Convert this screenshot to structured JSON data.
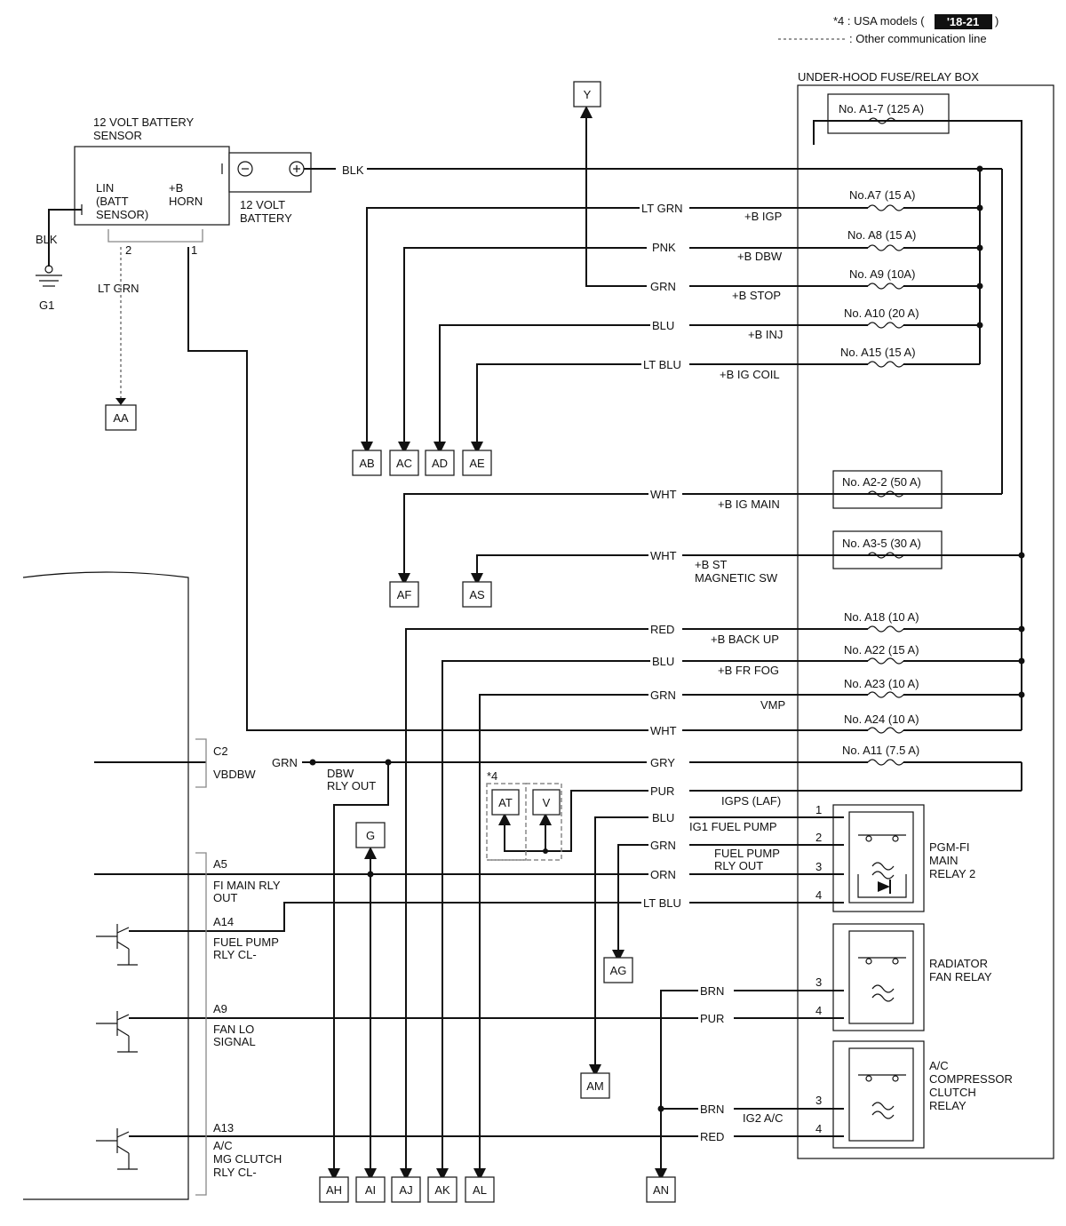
{
  "legend": {
    "note4_prefix": "*4 : USA models (",
    "note4_badge": "'18-21",
    "note4_suffix": ")",
    "dotted_label": ": Other communication line"
  },
  "fusebox": {
    "title": "UNDER-HOOD FUSE/RELAY BOX",
    "fuses": {
      "a17": "No. A1-7 (125 A)",
      "a7": "No.A7 (15 A)",
      "a8": "No. A8 (15 A)",
      "a9": "No. A9 (10A)",
      "a10": "No. A10 (20 A)",
      "a15": "No. A15 (15 A)",
      "a22_2": "No. A2-2 (50 A)",
      "a35": "No. A3-5 (30 A)",
      "a18": "No. A18 (10 A)",
      "a22": "No. A22 (15 A)",
      "a23": "No. A23 (10 A)",
      "a24": "No. A24 (10 A)",
      "a11": "No. A11 (7.5 A)"
    },
    "circuits": {
      "igp": "+B IGP",
      "dbw": "+B DBW",
      "stop": "+B STOP",
      "inj": "+B INJ",
      "igcoil": "+B IG COIL",
      "igmain": "+B IG MAIN",
      "st1": "+B ST",
      "st2": "MAGNETIC SW",
      "backup": "+B BACK UP",
      "frfog": "+B FR FOG",
      "vmp": "VMP",
      "igps": "IGPS (LAF)",
      "ig1fuel": "IG1 FUEL PUMP",
      "fuelout1": "FUEL PUMP",
      "fuelout2": "RLY OUT",
      "ig2ac": "IG2 A/C"
    }
  },
  "battery": {
    "sensor_l1": "12 VOLT BATTERY",
    "sensor_l2": "SENSOR",
    "lin1": "LIN",
    "lin2": "(BATT",
    "lin3": "SENSOR)",
    "horn1": "+B",
    "horn2": "HORN",
    "batt1": "12 VOLT",
    "batt2": "BATTERY",
    "pin2": "2",
    "pin1": "1",
    "ground": "G1"
  },
  "wires": {
    "blk_top": "BLK",
    "blk_gnd": "BLK",
    "ltgrn_sensor": "LT GRN",
    "ltgrn": "LT GRN",
    "pnk": "PNK",
    "grn1": "GRN",
    "blu1": "BLU",
    "ltblu1": "LT BLU",
    "wht1": "WHT",
    "wht2": "WHT",
    "red1": "RED",
    "blu2": "BLU",
    "grn2": "GRN",
    "wht3": "WHT",
    "grn_c2": "GRN",
    "gry": "GRY",
    "pur1": "PUR",
    "blu3": "BLU",
    "grn3": "GRN",
    "orn": "ORN",
    "ltblu2": "LT BLU",
    "brn1": "BRN",
    "pur2": "PUR",
    "brn2": "BRN",
    "red2": "RED"
  },
  "ecm": {
    "c2": "C2",
    "vbdbw": "VBDBW",
    "dbw1": "DBW",
    "dbw2": "RLY OUT",
    "a5": "A5",
    "a5_1": "FI MAIN RLY",
    "a5_2": "OUT",
    "a14": "A14",
    "a14_1": "FUEL PUMP",
    "a14_2": "RLY CL-",
    "a9": "A9",
    "a9_1": "FAN LO",
    "a9_2": "SIGNAL",
    "a13": "A13",
    "a13_1": "A/C",
    "a13_2": "MG CLUTCH",
    "a13_3": "RLY CL-",
    "note4": "*4"
  },
  "relays": {
    "pgm1": "PGM-FI",
    "pgm2": "MAIN",
    "pgm3": "RELAY 2",
    "fan1": "RADIATOR",
    "fan2": "FAN RELAY",
    "ac1": "A/C",
    "ac2": "COMPRESSOR",
    "ac3": "CLUTCH",
    "ac4": "RELAY",
    "p1": "1",
    "p2": "2",
    "p3": "3",
    "p4": "4",
    "f3": "3",
    "f4": "4",
    "c3": "3",
    "c4": "4"
  },
  "connectors": {
    "y": "Y",
    "aa": "AA",
    "ab": "AB",
    "ac": "AC",
    "ad": "AD",
    "ae": "AE",
    "af": "AF",
    "as": "AS",
    "at": "AT",
    "v": "V",
    "g": "G",
    "ag": "AG",
    "am": "AM",
    "ah": "AH",
    "ai": "AI",
    "aj": "AJ",
    "ak": "AK",
    "al": "AL",
    "an": "AN"
  }
}
